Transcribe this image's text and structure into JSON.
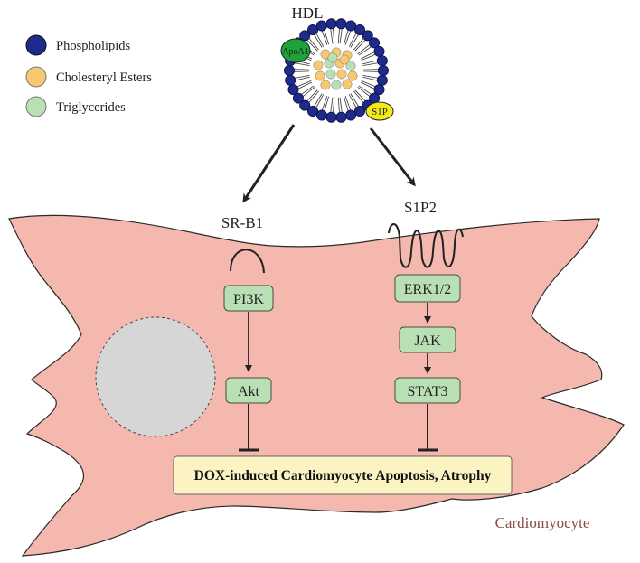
{
  "hdl": {
    "title": "HDL",
    "apoa1_label": "ApoA1",
    "s1p_label": "S1P"
  },
  "legend": [
    {
      "label": "Phospholipids",
      "color": "#1e2a8c"
    },
    {
      "label": "Cholesteryl Esters",
      "color": "#f7c86e"
    },
    {
      "label": "Triglycerides",
      "color": "#b9dfb5"
    }
  ],
  "receptors": {
    "left": "SR-B1",
    "right": "S1P2"
  },
  "pathways": {
    "left": [
      "PI3K",
      "Akt"
    ],
    "right": [
      "ERK1/2",
      "JAK",
      "STAT3"
    ]
  },
  "outcome": "DOX-induced Cardiomyocyte Apoptosis, Atrophy",
  "cell_label": "Cardiomyocyte",
  "colors": {
    "cell_fill": "#f4b8ae",
    "cell_stroke": "#2a2a2a",
    "nucleus_fill": "#d6d6d6",
    "node_fill": "#b9dfb5",
    "node_stroke": "#4a4a4a",
    "outcome_fill": "#fbf4c2",
    "apoa1": "#1fa23a",
    "s1p": "#f3ea1a",
    "cell_label_color": "#8a4a4a"
  }
}
